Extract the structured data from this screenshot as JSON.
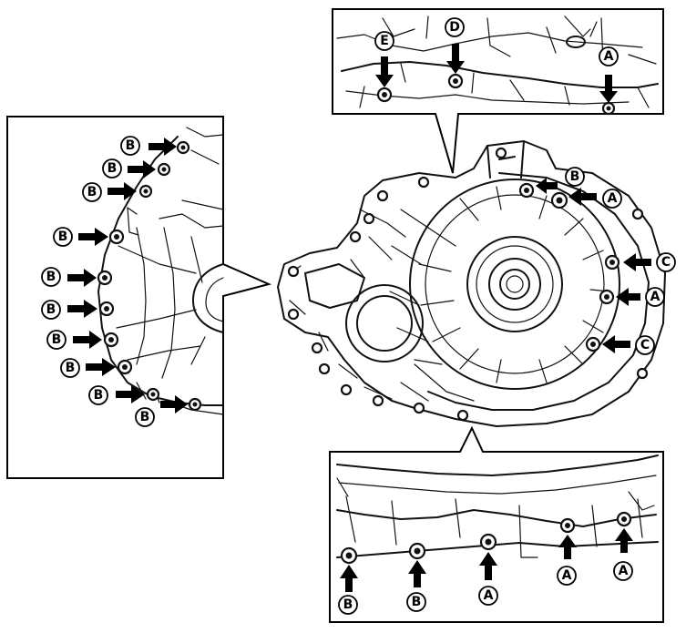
{
  "callouts": {
    "top": {
      "e": "E",
      "d": "D",
      "a": "A"
    },
    "main": {
      "b": "B",
      "a1": "A",
      "c1": "C",
      "a2": "A",
      "c2": "C"
    },
    "left": {
      "b1": "B",
      "b2": "B",
      "b3": "B",
      "b4": "B",
      "b5": "B",
      "b6": "B",
      "b7": "B",
      "b8": "B",
      "b9": "B",
      "b10": "B"
    },
    "bottom": {
      "b1": "B",
      "b2": "B",
      "a1": "A",
      "a2": "A",
      "a3": "A"
    }
  }
}
